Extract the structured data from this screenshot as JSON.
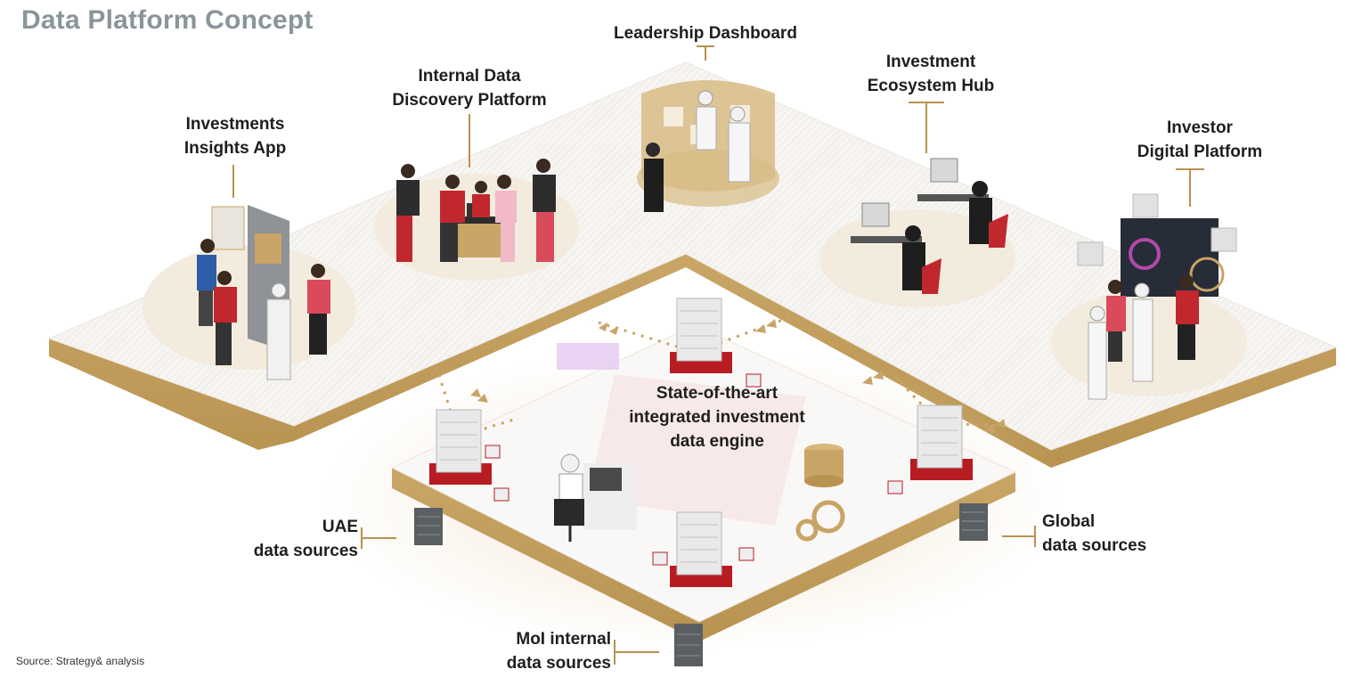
{
  "title": "Data Platform Concept",
  "apps": {
    "investments_insights": {
      "line1": "Investments",
      "line2": "Insights App"
    },
    "internal_discovery": {
      "line1": "Internal Data",
      "line2": "Discovery Platform"
    },
    "leadership_dashboard": {
      "line1": "Leadership Dashboard"
    },
    "ecosystem_hub": {
      "line1": "Investment",
      "line2": "Ecosystem Hub"
    },
    "investor_digital": {
      "line1": "Investor",
      "line2": "Digital Platform"
    }
  },
  "engine": {
    "line1": "State-of-the-art",
    "line2": "integrated investment",
    "line3": "data engine"
  },
  "sources": {
    "uae": {
      "line1": "UAE",
      "line2": "data sources"
    },
    "global": {
      "line1": "Global",
      "line2": "data sources"
    },
    "moi": {
      "line1": "MoI internal",
      "line2": "data sources"
    }
  },
  "footnote": "Source: Strategy& analysis",
  "colors": {
    "title_gray": "#8a9599",
    "accent_red": "#c0282d",
    "gold": "#c9a467",
    "platform_white": "#f7f5f2"
  }
}
